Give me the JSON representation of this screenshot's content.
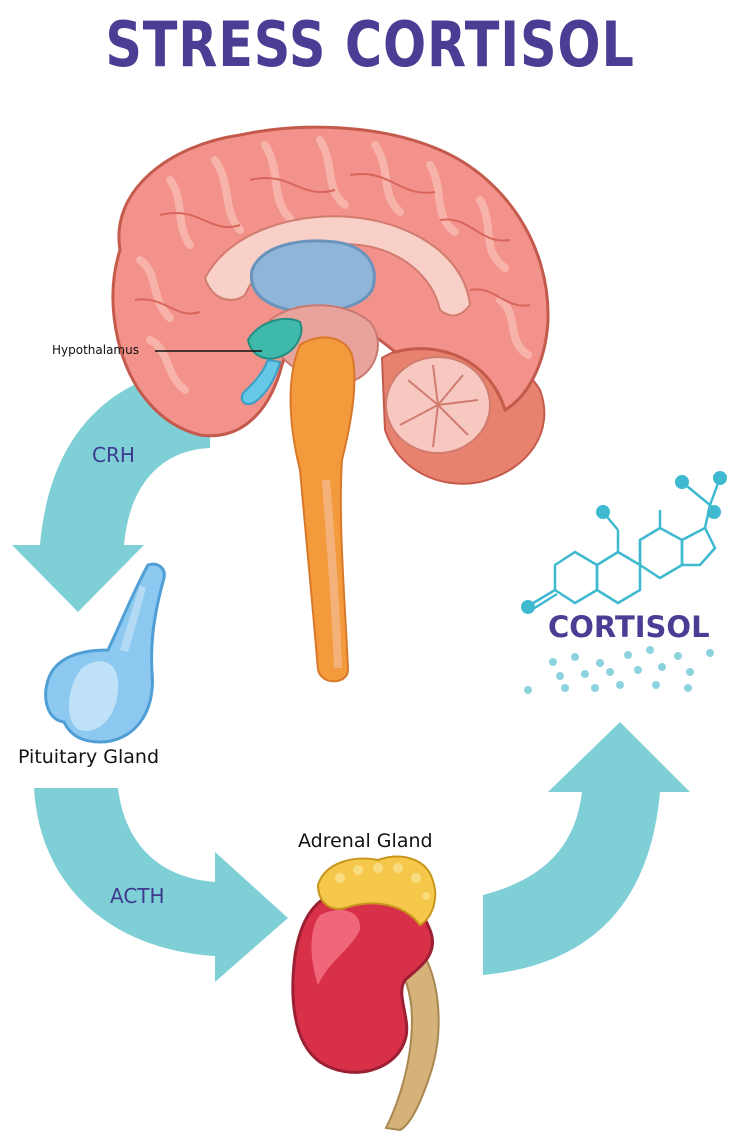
{
  "title": "STRESS CORTISOL",
  "labels": {
    "hypothalamus": "Hypothalamus",
    "crh": "CRH",
    "acth": "ACTH",
    "pituitary": "Pituitary Gland",
    "adrenal": "Adrenal Gland",
    "cortisol": "CORTISOL"
  },
  "colors": {
    "title": "#4b3d94",
    "arrow": "#7fcfd6",
    "hormone_text": "#3d3a8f",
    "brain": "#f2928a",
    "brainstem": "#f39a3c",
    "hypothalamus": "#3fb9a9",
    "pituitary": "#8dc8f0",
    "adrenal_gland": "#f5c84c",
    "kidney": "#d9304a",
    "molecule": "#3eb9cf",
    "cortisol_text": "#4b3d94"
  },
  "icons": {
    "brain": "brain-illustration",
    "pituitary": "pituitary-gland-illustration",
    "adrenal": "adrenal-kidney-illustration",
    "molecule": "cortisol-molecule-icon"
  }
}
